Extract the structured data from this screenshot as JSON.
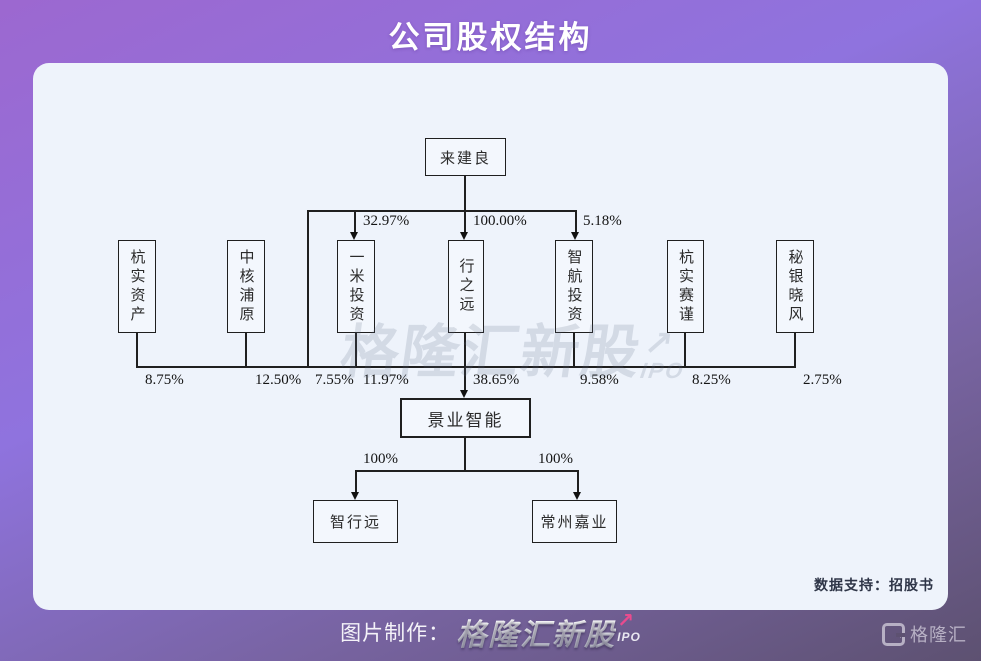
{
  "header": {
    "title": "公司股权结构"
  },
  "chart_data": {
    "type": "org-equity-diagram",
    "root": {
      "name": "来建良"
    },
    "root_holdings": [
      {
        "target": "一米投资",
        "pct": "32.97%"
      },
      {
        "target": "行之远",
        "pct": "100.00%"
      },
      {
        "target": "智航投资",
        "pct": "5.18%"
      }
    ],
    "root_direct": {
      "target": "景业智能",
      "pct": "7.55%"
    },
    "shareholders": [
      {
        "name": "杭实资产",
        "pct": "8.75%"
      },
      {
        "name": "中核浦原",
        "pct": "12.50%"
      },
      {
        "name": "一米投资",
        "pct": "11.97%"
      },
      {
        "name": "行之远",
        "pct": "38.65%"
      },
      {
        "name": "智航投资",
        "pct": "9.58%"
      },
      {
        "name": "杭实赛谨",
        "pct": "8.25%"
      },
      {
        "name": "秘银晓风",
        "pct": "2.75%"
      }
    ],
    "company": {
      "name": "景业智能"
    },
    "subsidiaries": [
      {
        "name": "智行远",
        "pct": "100%"
      },
      {
        "name": "常州嘉业",
        "pct": "100%"
      }
    ],
    "watermark": {
      "text": "格隆汇新股",
      "arrow": "↗",
      "sub": "IPO"
    },
    "source_note": "数据支持：招股书"
  },
  "footer": {
    "credit_label": "图片制作：",
    "brand": "格隆汇新股",
    "brand_arrow": "↗",
    "brand_sub": "IPO",
    "logo_text": "格隆汇"
  },
  "colors": {
    "background_top": "#9c68d0",
    "background_bottom": "#5d5171",
    "card": "#eef3fb",
    "line": "#1f1f1f",
    "brand_pink": "#e94b8e"
  }
}
